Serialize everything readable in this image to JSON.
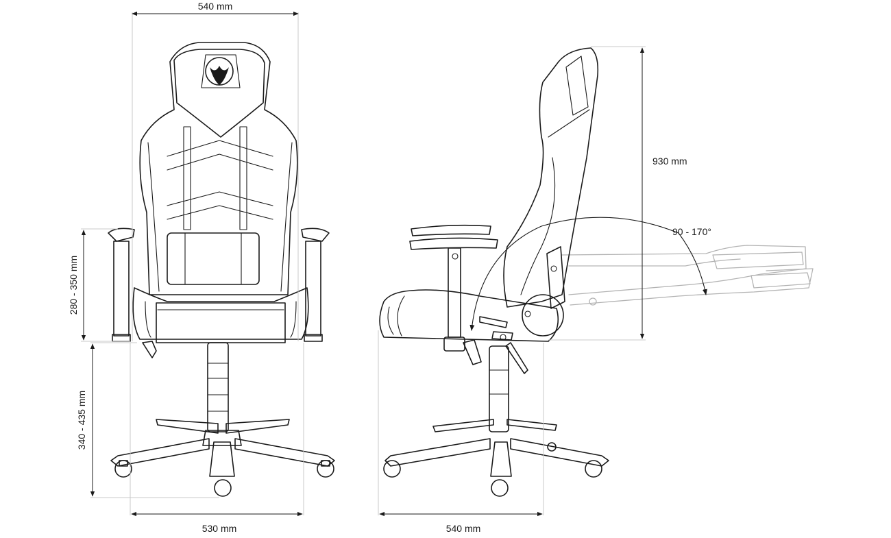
{
  "dimensions": {
    "top_width": "540 mm",
    "height_total": "930 mm",
    "armrest_height": "280 - 350 mm",
    "seat_height": "340 - 435 mm",
    "base_width": "530 mm",
    "side_depth": "540 mm",
    "recline_angle": "90 - 170°"
  },
  "colors": {
    "ink": "#1a1a1a",
    "ghost": "#b3b3b3",
    "extension": "#c9c9c9"
  }
}
